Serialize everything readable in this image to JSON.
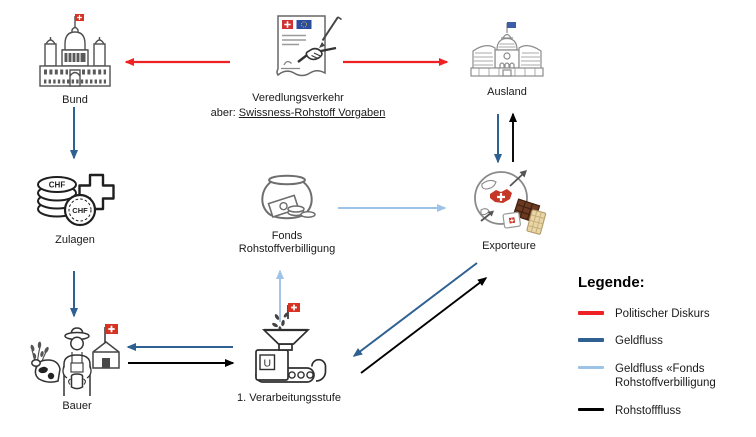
{
  "nodes": {
    "bund": {
      "label": "Bund"
    },
    "veredlungsverkehr": {
      "label": "Veredlungsverkehr",
      "sub_prefix": "aber: ",
      "sub_underlined": "Swissness-Rohstoff Vorgaben"
    },
    "ausland": {
      "label": "Ausland"
    },
    "zulagen": {
      "label": "Zulagen",
      "coin_top_label": "CHF",
      "coin_front_label": "CHF"
    },
    "fonds": {
      "label_line1": "Fonds",
      "label_line2": "Rohstoffverbilligung"
    },
    "exporteure": {
      "label": "Exporteure"
    },
    "bauer": {
      "label": "Bauer"
    },
    "verarbeitungsstufe": {
      "label": "1. Verarbeitungsstufe",
      "machine_letter": "U"
    }
  },
  "legend": {
    "title": "Legende:",
    "items": [
      {
        "id": "politischer-diskurs",
        "label": "Politischer Diskurs",
        "color": "#ee2224"
      },
      {
        "id": "geldfluss",
        "label": "Geldfluss",
        "color": "#2e6191"
      },
      {
        "id": "geldfluss-fonds",
        "label": "Geldfluss «Fonds",
        "label_line2": "Rohstoffverbilligung",
        "color": "#9dc3e6"
      },
      {
        "id": "rohstofffluss",
        "label": "Rohstofffluss",
        "color": "#000000"
      }
    ]
  },
  "colors": {
    "politischer_diskurs": "#ee2224",
    "geldfluss": "#2e6191",
    "geldfluss_fonds": "#9dc3e6",
    "rohstofffluss": "#000000",
    "swiss_flag_red": "#d63324",
    "eu_flag_blue": "#3d5da8"
  }
}
